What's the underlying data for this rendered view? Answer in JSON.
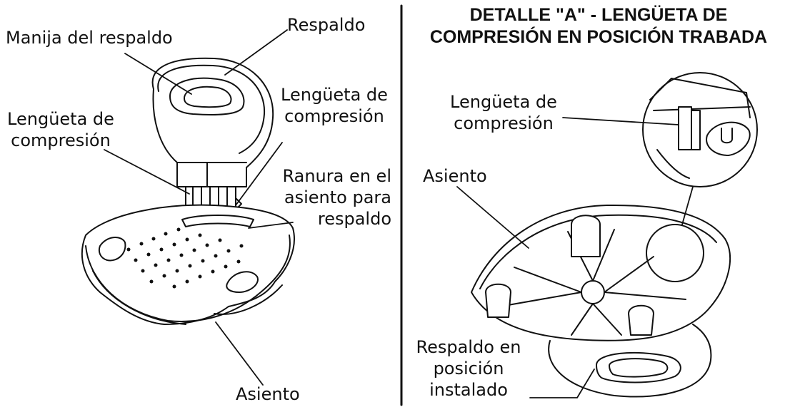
{
  "left_panel": {
    "labels": {
      "backrest_handle": "Manija del respaldo",
      "backrest": "Respaldo",
      "tab_left": "Lengüeta de\ncompresión",
      "tab_right": "Lengüeta de\ncompresión",
      "slot": "Ranura en el\nasiento para\nrespaldo",
      "seat": "Asiento"
    }
  },
  "right_panel": {
    "title_line1": "DETALLE \"A\" - LENGÜETA DE",
    "title_line2": "COMPRESIÓN EN POSICIÓN TRABADA",
    "labels": {
      "tab": "Lengüeta de\ncompresión",
      "seat": "Asiento",
      "backrest_installed": "Respaldo en\nposición\ninstalado"
    }
  }
}
